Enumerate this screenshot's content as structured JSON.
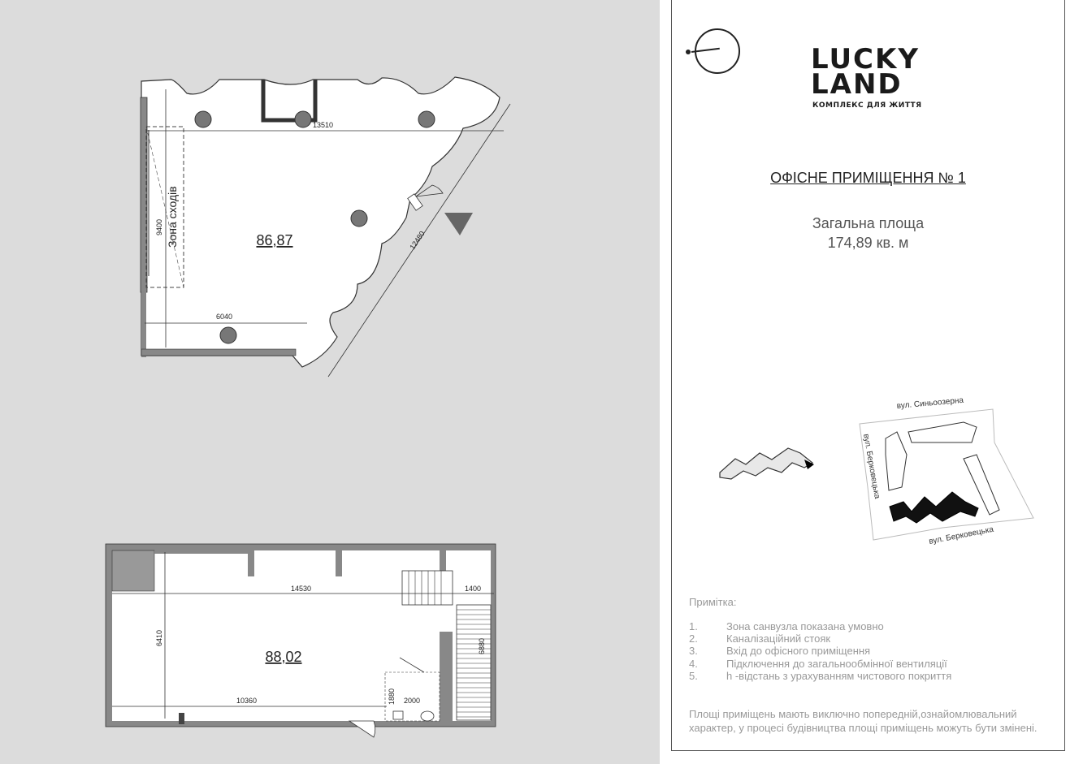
{
  "brand": {
    "logo_line1": "LUCKY",
    "logo_line2": "LAND",
    "logo_subtitle": "КОМПЛЕКС ДЛЯ ЖИТТЯ"
  },
  "unit": {
    "title": "ОФІСНЕ ПРИМІЩЕННЯ № 1",
    "total_area_label": "Загальна площа",
    "total_area_value": "174,89 кв. м"
  },
  "upper_plan": {
    "room_area": "86,87",
    "stair_zone_label": "Зона сходів",
    "dim_width": "13510",
    "dim_height": "9400",
    "dim_diagonal": "12480",
    "dim_bottom": "6040"
  },
  "lower_plan": {
    "room_area": "88,02",
    "dim_top": "14530",
    "dim_stair": "1400",
    "dim_height": "6410",
    "dim_bottom": "10360",
    "dim_stair_len": "6880",
    "dim_wc_h": "1880",
    "dim_wc_w": "2000"
  },
  "site_map": {
    "street_north": "вул. Синьоозерна",
    "street_west": "вул. Берковецька",
    "street_south": "вул. Берковецька"
  },
  "notes": {
    "title": "Примітка:",
    "items": [
      {
        "num": "1.",
        "text": "Зона санвузла показана умовно"
      },
      {
        "num": "2.",
        "text": "Каналізаційний стояк"
      },
      {
        "num": "3.",
        "text": "Вхід до офісного приміщення"
      },
      {
        "num": "4.",
        "text": "Підключення до загальнообмінної вентиляції"
      },
      {
        "num": "5.",
        "text": "h -відстань з урахуванням чистового покриття"
      }
    ],
    "disclaimer": "Площі приміщень мають виключно попередній,ознайомлювальний характер, у процесі будівництва площі приміщень можуть бути змінені."
  }
}
